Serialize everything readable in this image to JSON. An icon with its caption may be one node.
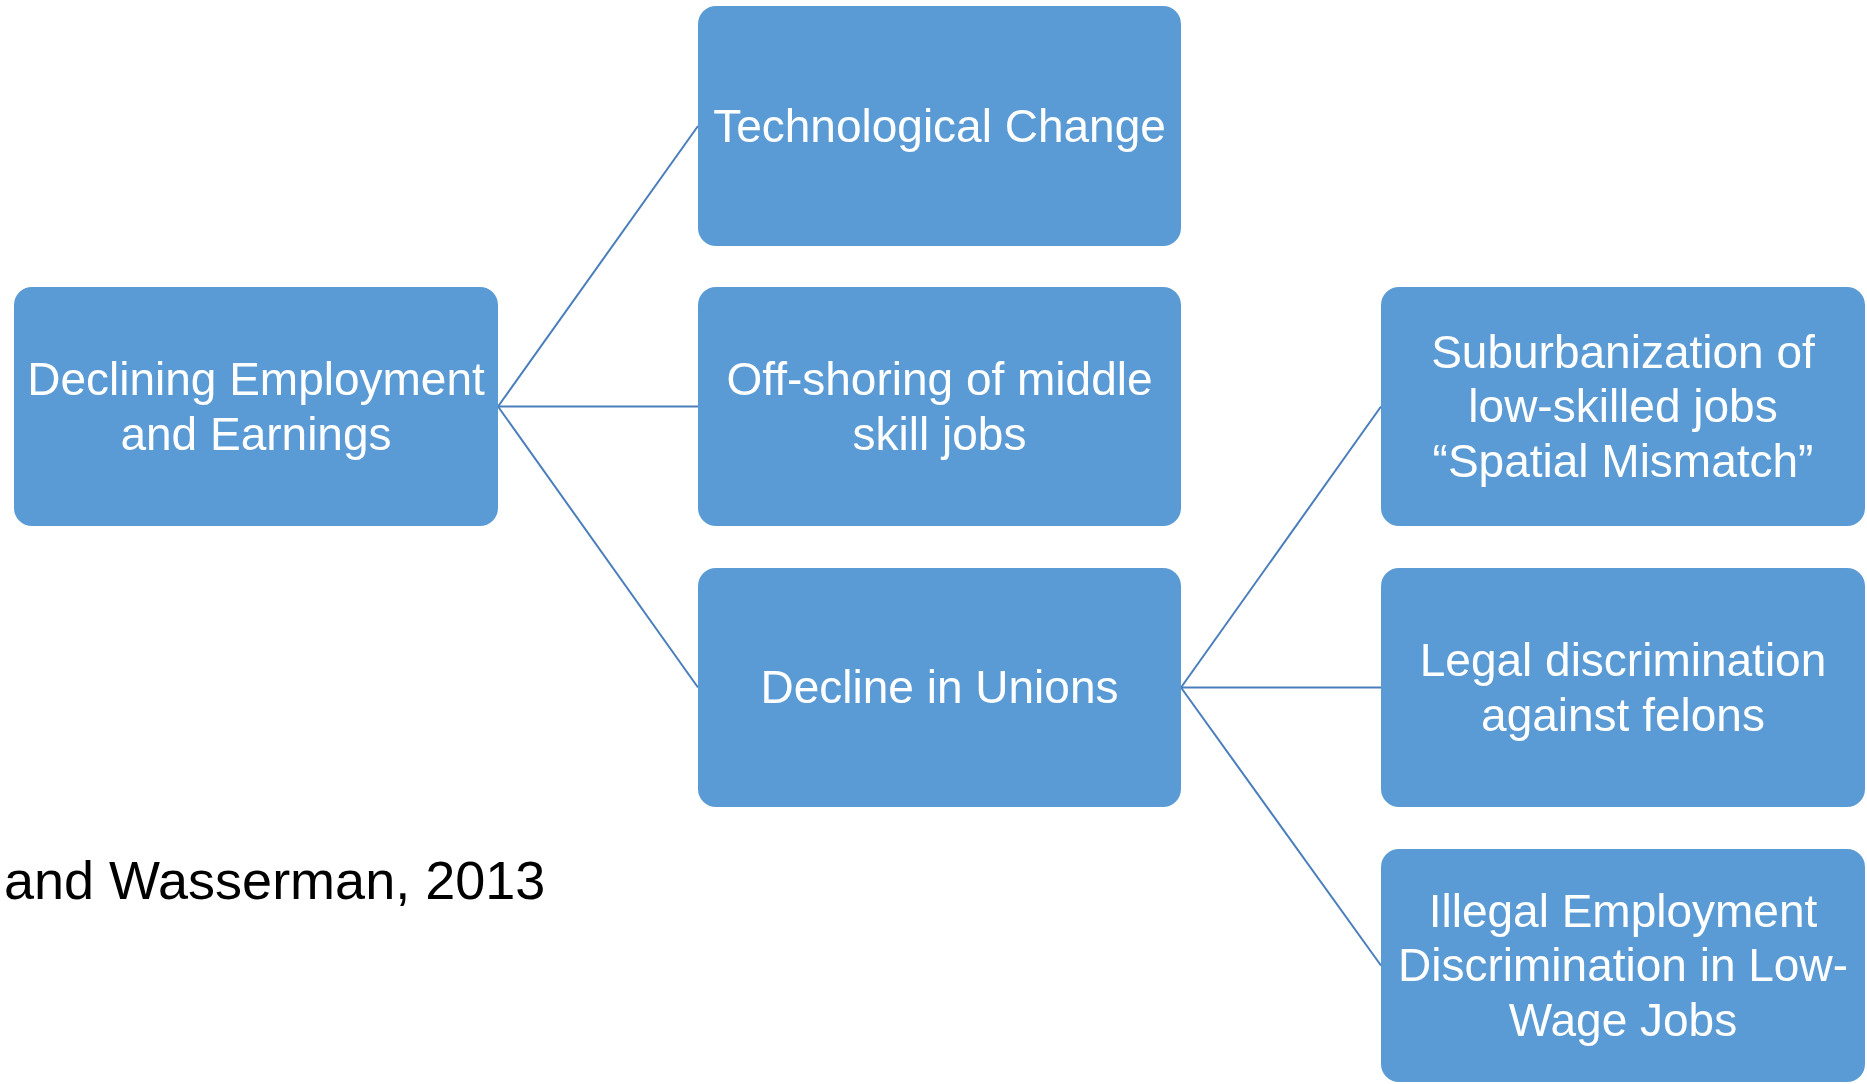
{
  "diagram": {
    "nodes": [
      {
        "text": [
          "Declining Employment and Earnings"
        ]
      },
      {
        "text": [
          "Technological Change"
        ]
      },
      {
        "text": [
          "Off-shoring of middle skill jobs"
        ]
      },
      {
        "text": [
          "Decline in Unions"
        ]
      },
      {
        "text": [
          "Suburbanization of low-skilled jobs “Spatial Mismatch”"
        ]
      },
      {
        "text": [
          "Legal discrimination against felons"
        ]
      },
      {
        "text": [
          "Illegal Employment Discrimination in Low-Wage Jobs"
        ]
      }
    ],
    "edges": [
      {
        "from": 0,
        "to": 1,
        "arrow": "none"
      },
      {
        "from": 0,
        "to": 2,
        "arrow": "none"
      },
      {
        "from": 0,
        "to": 3,
        "arrow": "none"
      },
      {
        "from": 3,
        "to": 4,
        "arrow": "none"
      },
      {
        "from": 3,
        "to": 5,
        "arrow": "none"
      },
      {
        "from": 3,
        "to": 6,
        "arrow": "none"
      }
    ],
    "labels": [
      "and Wasserman, 2013"
    ]
  }
}
